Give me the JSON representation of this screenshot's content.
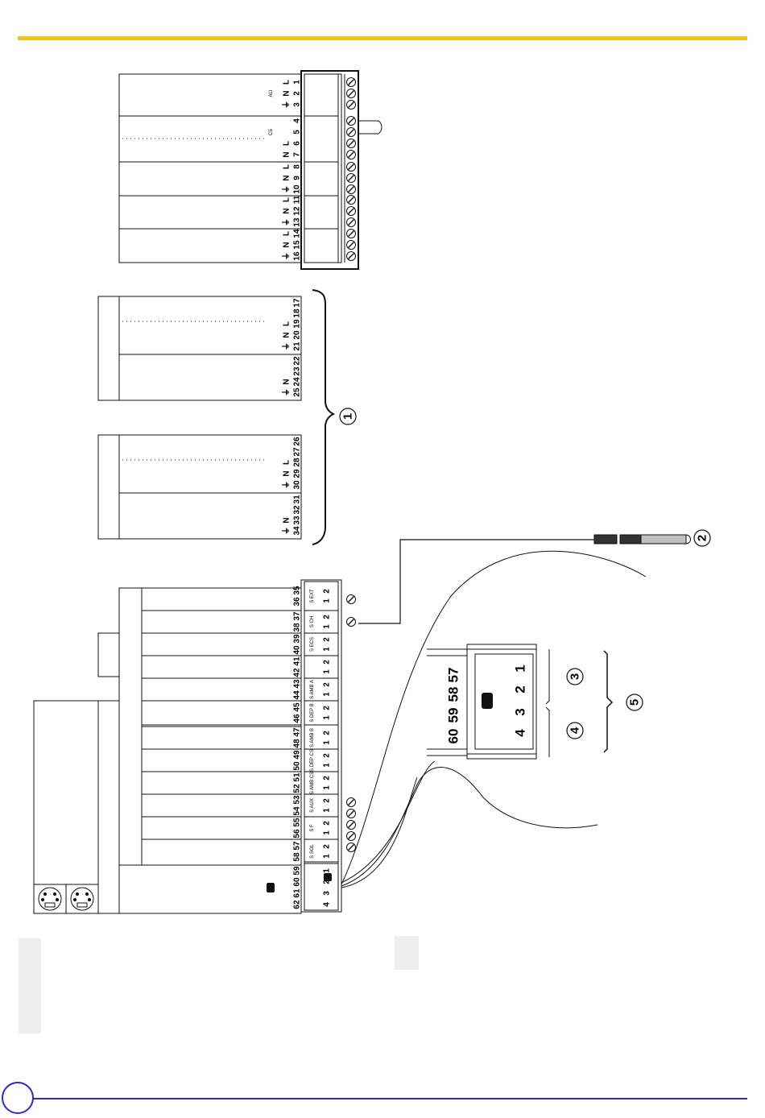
{
  "colors": {
    "accent_top": "#f2c11d",
    "accent_bottom": "#2a2ad8",
    "tab_fill": "#eeeeee",
    "line": "#111111",
    "sensor_grey": "#bfbfbf"
  },
  "terminals": {
    "supply_ALI": {
      "label": "ALI",
      "numbers": [
        "1",
        "2",
        "3"
      ],
      "letters": [
        "L",
        "N",
        "⏚"
      ]
    },
    "group_CS": {
      "label": "CS",
      "numbers": [
        "4",
        "5",
        "6",
        "7"
      ],
      "letters": [
        "",
        "",
        "L",
        "N"
      ]
    },
    "group_8": {
      "numbers": [
        "8",
        "9",
        "10"
      ],
      "letters": [
        "L",
        "N",
        "⏚"
      ]
    },
    "group_11": {
      "numbers": [
        "11",
        "12",
        "13"
      ],
      "letters": [
        "L",
        "N",
        "⏚"
      ]
    },
    "group_14": {
      "numbers": [
        "14",
        "15",
        "16"
      ],
      "letters": [
        "L",
        "N",
        "⏚"
      ]
    },
    "module_a": {
      "numbers": [
        "17",
        "18",
        "19",
        "20",
        "21",
        "22",
        "23",
        "24",
        "25"
      ],
      "letters": [
        "",
        "",
        "L",
        "N",
        "⏚",
        "",
        "",
        "N",
        "⏚"
      ]
    },
    "module_b": {
      "numbers": [
        "26",
        "27",
        "28",
        "29",
        "30",
        "31",
        "32",
        "33",
        "34"
      ],
      "letters": [
        "",
        "",
        "L",
        "N",
        "⏚",
        "",
        "",
        "N",
        "⏚"
      ]
    },
    "sensors": [
      {
        "label": "S EXT",
        "numbers": [
          "35",
          "36"
        ]
      },
      {
        "label": "S CH",
        "numbers": [
          "37",
          "38"
        ]
      },
      {
        "label": "S ECS",
        "numbers": [
          "39",
          "40"
        ]
      },
      {
        "label": "",
        "numbers": [
          "41",
          "42"
        ]
      },
      {
        "label": "S AMB A",
        "numbers": [
          "43",
          "44"
        ]
      },
      {
        "label": "S DEP B",
        "numbers": [
          "45",
          "46"
        ]
      },
      {
        "label": "S AMB B",
        "numbers": [
          "47",
          "48"
        ]
      },
      {
        "label": "S DEP CS",
        "numbers": [
          "49",
          "50"
        ]
      },
      {
        "label": "S AMB CS",
        "numbers": [
          "51",
          "52"
        ]
      },
      {
        "label": "S AUX",
        "numbers": [
          "53",
          "54"
        ]
      },
      {
        "label": "S F",
        "numbers": [
          "55",
          "56"
        ]
      },
      {
        "label": "S SOL",
        "numbers": [
          "57",
          "58"
        ]
      }
    ],
    "bus": {
      "numbers": [
        "59",
        "60",
        "61",
        "62"
      ],
      "pins": [
        "1",
        "2",
        "3",
        "4"
      ]
    },
    "pair_pin": [
      "2",
      "1"
    ]
  },
  "inset": {
    "numbers": [
      "57",
      "58",
      "59",
      "60"
    ],
    "pins": [
      "1",
      "2",
      "3",
      "4"
    ]
  },
  "callouts": [
    "1",
    "2",
    "3",
    "4",
    "5"
  ],
  "page_number": ""
}
